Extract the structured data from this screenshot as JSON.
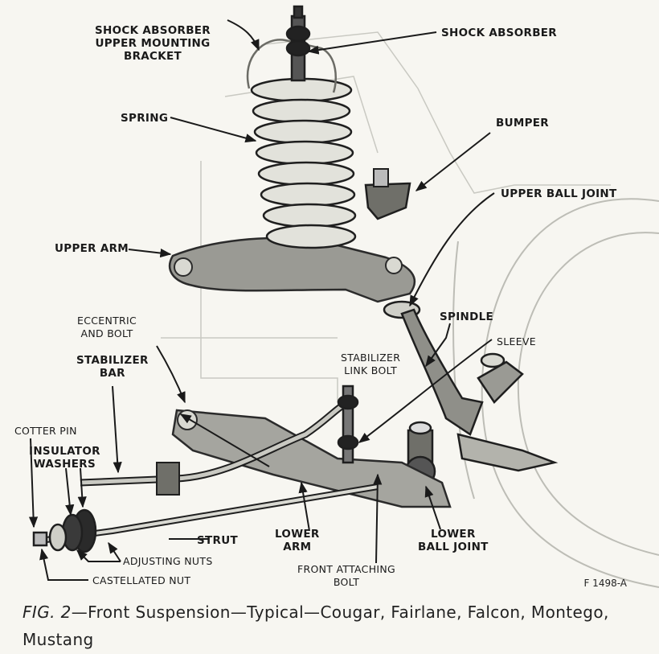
{
  "labels": {
    "shock_upper_bracket": "SHOCK ABSORBER\nUPPER MOUNTING\nBRACKET",
    "shock_absorber": "SHOCK ABSORBER",
    "spring": "SPRING",
    "bumper": "BUMPER",
    "upper_ball_joint": "UPPER BALL JOINT",
    "upper_arm": "UPPER ARM",
    "spindle": "SPINDLE",
    "sleeve": "SLEEVE",
    "eccentric_bolt": "ECCENTRIC\nAND BOLT",
    "stabilizer_bar": "STABILIZER\nBAR",
    "stabilizer_link_bolt": "STABILIZER\nLINK BOLT",
    "cotter_pin": "COTTER PIN",
    "insulator_washers": "INSULATOR\nWASHERS",
    "strut": "STRUT",
    "lower_arm": "LOWER\nARM",
    "lower_ball_joint": "LOWER\nBALL JOINT",
    "adjusting_nuts": "ADJUSTING NUTS",
    "castellated_nut": "CASTELLATED NUT",
    "front_attaching_bolt": "FRONT ATTACHING\nBOLT"
  },
  "figure_number": "F 1498-A",
  "caption": {
    "prefix": "FIG. 2",
    "text": "—Front Suspension—Typical—Cougar, Fairlane, Falcon, Montego, Mustang"
  }
}
